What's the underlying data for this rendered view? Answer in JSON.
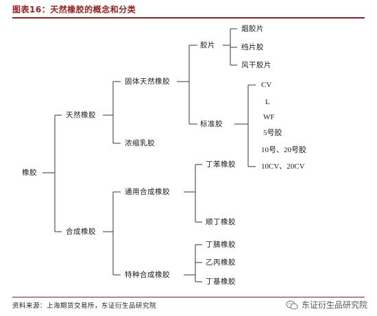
{
  "title": "图表16：天然橡胶的概念和分类",
  "nodes": {
    "root": "橡胶",
    "natural": "天然橡胶",
    "solid": "固体天然橡胶",
    "sheet": "胶片",
    "smoked_sheet": "烟胶片",
    "crepe_sheet": "绉片胶",
    "air_dried_sheet": "风干胶片",
    "standard": "标准胶",
    "cv": "CV",
    "l": "L",
    "wf": "WF",
    "g5": "5号胶",
    "g10_20": "10号、20号胶",
    "g10cv_20cv": "10CV、20CV",
    "latex": "浓缩乳胶",
    "synthetic": "合成橡胶",
    "general": "通用合成橡胶",
    "sbr": "丁苯橡胶",
    "br": "顺丁橡胶",
    "special": "特种合成橡胶",
    "nbr": "丁腈橡胶",
    "epr": "乙丙橡胶",
    "iir": "丁基橡胶"
  },
  "source": "资料来源：上海期货交易所，东证衍生品研究院",
  "watermark": "东证衍生品研究院"
}
